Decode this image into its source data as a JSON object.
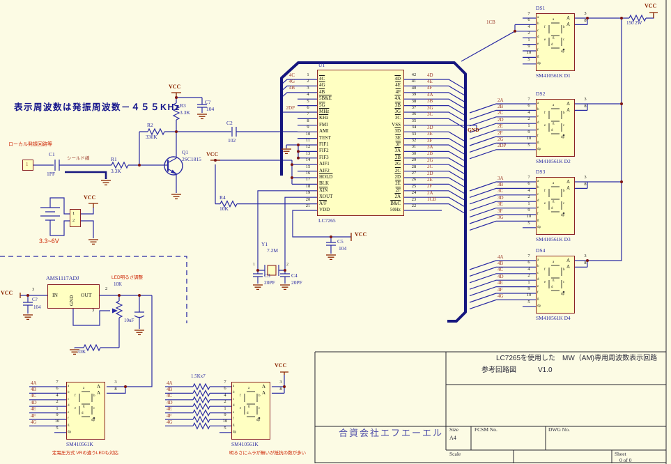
{
  "colors": {
    "wire": "#2929a3",
    "bus": "#16167e",
    "component_outline": "#8b2323",
    "component_fill": "#ffffc2",
    "net_label": "#9c3d2e",
    "power_symbol": "#8b2500",
    "annotation_red": "#cc2200",
    "title_blue": "#16168c",
    "background": "#fcfbe4"
  },
  "notes": {
    "display_rule": "表示周波数は発振周波数－４５５KHz",
    "local_osc": "ローカル発振回路等",
    "shield": "シールド線",
    "battery_range": "3.3~6V",
    "led_adj": "LED明るさ調整",
    "note_cv": "定電圧方式 VRの違うLEDも対応",
    "note_res": "明るさにムラが無いが抵抗の数が多い"
  },
  "power": {
    "vcc": "VCC",
    "gnd": "GND"
  },
  "parts": {
    "conn1": "1",
    "c1": "C1",
    "c1v": "1PF",
    "r1": "R1",
    "r1v": "3.3K",
    "r2": "R2",
    "r2v": "330K",
    "r3": "R3",
    "r3v": "3.3K",
    "cq": "C?",
    "cqv": "104",
    "q1": "Q1",
    "q1v": "2SC1815",
    "c2": "C2",
    "c2v": "102",
    "r4": "R4",
    "r4v": "10K",
    "y1": "Y1",
    "y1v": "7.2M",
    "p1": "1",
    "p2": "2",
    "c3": "C3",
    "c3v": "20PF",
    "c4": "C4",
    "c4v": "20PF",
    "c5": "C5",
    "c5v": "104",
    "r150": "150 2W",
    "rarr": "1.5Kx7",
    "reg": "AMS1117ADJ",
    "reg_in": "IN",
    "reg_gnd": "GND",
    "reg_out": "OUT",
    "n2": "2",
    "n3": "3",
    "pot": "10K",
    "cap10": "10uF",
    "r33": "33K",
    "net_1cb": "1CB"
  },
  "u1": {
    "ref": "U1",
    "part": "LC7265",
    "left": [
      {
        "n": "1",
        "name": "4C",
        "bar": 1,
        "net": "4C"
      },
      {
        "n": "2",
        "name": "4G",
        "bar": 1,
        "net": "4G"
      },
      {
        "n": "3",
        "name": "4B",
        "bar": 1,
        "net": "4B"
      },
      {
        "n": "4",
        "name": "5B&E",
        "bar": 1,
        "net": ""
      },
      {
        "n": "5",
        "name": "5G",
        "bar": 1,
        "net": ""
      },
      {
        "n": "6",
        "name": "MHz",
        "bar": 1,
        "net": "2DP"
      },
      {
        "n": "7",
        "name": "KHz",
        "bar": 1,
        "net": ""
      },
      {
        "n": "8",
        "name": "FMI",
        "bar": 0,
        "net": ""
      },
      {
        "n": "9",
        "name": "AMI",
        "bar": 0,
        "net": ""
      },
      {
        "n": "10",
        "name": "TEST",
        "bar": 0,
        "net": ""
      },
      {
        "n": "11",
        "name": "FIF1",
        "bar": 0,
        "net": ""
      },
      {
        "n": "12",
        "name": "FIF2",
        "bar": 0,
        "net": ""
      },
      {
        "n": "13",
        "name": "FIF3",
        "bar": 0,
        "net": ""
      },
      {
        "n": "14",
        "name": "AIF1",
        "bar": 0,
        "net": ""
      },
      {
        "n": "15",
        "name": "AIF2",
        "bar": 0,
        "net": ""
      },
      {
        "n": "16",
        "name": "HOLD",
        "bar": 1,
        "net": ""
      },
      {
        "n": "17",
        "name": "BLK",
        "bar": 0,
        "net": ""
      },
      {
        "n": "18",
        "name": "XIN",
        "bar": 1,
        "net": ""
      },
      {
        "n": "19",
        "name": "XOUT",
        "bar": 0,
        "net": ""
      },
      {
        "n": "20",
        "name": "A/F",
        "bar": 1,
        "net": ""
      },
      {
        "n": "21",
        "name": "VDD",
        "bar": 0,
        "net": ""
      }
    ],
    "right": [
      {
        "n": "42",
        "name": "4D",
        "bar": 1,
        "net": "4D"
      },
      {
        "n": "41",
        "name": "4E",
        "bar": 1,
        "net": "4E"
      },
      {
        "n": "40",
        "name": "4F",
        "bar": 1,
        "net": "4F"
      },
      {
        "n": "39",
        "name": "4A",
        "bar": 1,
        "net": "4A"
      },
      {
        "n": "38",
        "name": "3B",
        "bar": 1,
        "net": "3B"
      },
      {
        "n": "37",
        "name": "3G",
        "bar": 1,
        "net": "3G"
      },
      {
        "n": "36",
        "name": "3C",
        "bar": 1,
        "net": "3C"
      },
      {
        "n": "35",
        "name": "VSS",
        "bar": 0,
        "net": ""
      },
      {
        "n": "34",
        "name": "3D",
        "bar": 1,
        "net": "3D"
      },
      {
        "n": "33",
        "name": "3E",
        "bar": 1,
        "net": "3E"
      },
      {
        "n": "32",
        "name": "3F",
        "bar": 1,
        "net": "3F"
      },
      {
        "n": "31",
        "name": "3A",
        "bar": 1,
        "net": "3A"
      },
      {
        "n": "30",
        "name": "2B",
        "bar": 1,
        "net": "2B"
      },
      {
        "n": "29",
        "name": "2G",
        "bar": 1,
        "net": "2G"
      },
      {
        "n": "28",
        "name": "2C",
        "bar": 1,
        "net": "2C"
      },
      {
        "n": "27",
        "name": "2D",
        "bar": 1,
        "net": "2D"
      },
      {
        "n": "26",
        "name": "2E",
        "bar": 1,
        "net": "2E"
      },
      {
        "n": "25",
        "name": "2F",
        "bar": 1,
        "net": "2F"
      },
      {
        "n": "24",
        "name": "2A",
        "bar": 1,
        "net": "2A"
      },
      {
        "n": "23",
        "name": "B&C",
        "bar": 1,
        "net": "1CB"
      },
      {
        "n": "22",
        "name": "50Hz",
        "bar": 0,
        "net": ""
      }
    ]
  },
  "displays": [
    {
      "ref": "DS1",
      "part": "SM410561K D1",
      "a": "A",
      "p3": "3",
      "p8": "8",
      "rows": [
        {
          "num": "7",
          "seg": "a",
          "net": ""
        },
        {
          "num": "6",
          "seg": "b",
          "net": ""
        },
        {
          "num": "4",
          "seg": "c",
          "net": ""
        },
        {
          "num": "2",
          "seg": "d",
          "net": ""
        },
        {
          "num": "1",
          "seg": "e",
          "net": ""
        },
        {
          "num": "9",
          "seg": "f",
          "net": ""
        },
        {
          "num": "10",
          "seg": "g",
          "net": ""
        },
        {
          "num": "5",
          "seg": "dp",
          "net": ""
        }
      ]
    },
    {
      "ref": "DS2",
      "part": "SM410561K D2",
      "a": "A",
      "p3": "3",
      "p8": "8",
      "rows": [
        {
          "num": "7",
          "seg": "a",
          "net": "2A"
        },
        {
          "num": "6",
          "seg": "b",
          "net": "2B"
        },
        {
          "num": "4",
          "seg": "c",
          "net": "2C"
        },
        {
          "num": "2",
          "seg": "d",
          "net": "2D"
        },
        {
          "num": "1",
          "seg": "e",
          "net": "2E"
        },
        {
          "num": "9",
          "seg": "f",
          "net": "2F"
        },
        {
          "num": "10",
          "seg": "g",
          "net": "2G"
        },
        {
          "num": "5",
          "seg": "dp",
          "net": "2DP"
        }
      ]
    },
    {
      "ref": "DS3",
      "part": "SM410561K D3",
      "a": "A",
      "p3": "3",
      "p8": "8",
      "rows": [
        {
          "num": "7",
          "seg": "a",
          "net": "3A"
        },
        {
          "num": "6",
          "seg": "b",
          "net": "3B"
        },
        {
          "num": "4",
          "seg": "c",
          "net": "3C"
        },
        {
          "num": "2",
          "seg": "d",
          "net": "3D"
        },
        {
          "num": "1",
          "seg": "e",
          "net": "3E"
        },
        {
          "num": "9",
          "seg": "f",
          "net": "3F"
        },
        {
          "num": "10",
          "seg": "g",
          "net": "3G"
        },
        {
          "num": "5",
          "seg": "dp",
          "net": ""
        }
      ]
    },
    {
      "ref": "DS4",
      "part": "SM410561K D4",
      "a": "A",
      "p3": "3",
      "p8": "8",
      "rows": [
        {
          "num": "7",
          "seg": "a",
          "net": "4A"
        },
        {
          "num": "6",
          "seg": "b",
          "net": "4B"
        },
        {
          "num": "4",
          "seg": "c",
          "net": "4C"
        },
        {
          "num": "2",
          "seg": "d",
          "net": "4D"
        },
        {
          "num": "1",
          "seg": "e",
          "net": "4E"
        },
        {
          "num": "9",
          "seg": "f",
          "net": "4F"
        },
        {
          "num": "10",
          "seg": "g",
          "net": "4G"
        },
        {
          "num": "5",
          "seg": "dp",
          "net": ""
        }
      ]
    },
    {
      "ref": "",
      "part": "SM410561K",
      "a": "A",
      "p3": "3",
      "p8": "8",
      "rows": [
        {
          "num": "7",
          "seg": "a",
          "net": "4A"
        },
        {
          "num": "6",
          "seg": "b",
          "net": "4B"
        },
        {
          "num": "4",
          "seg": "c",
          "net": "4C"
        },
        {
          "num": "2",
          "seg": "d",
          "net": "4D"
        },
        {
          "num": "1",
          "seg": "e",
          "net": "4E"
        },
        {
          "num": "9",
          "seg": "f",
          "net": "4F"
        },
        {
          "num": "10",
          "seg": "g",
          "net": "4G"
        },
        {
          "num": "5",
          "seg": "dp",
          "net": ""
        }
      ]
    },
    {
      "ref": "",
      "part": "SM410561K",
      "a": "A",
      "p3": "3",
      "p8": "8",
      "rows": [
        {
          "num": "7",
          "seg": "a",
          "net": "4A"
        },
        {
          "num": "6",
          "seg": "b",
          "net": "4B"
        },
        {
          "num": "4",
          "seg": "c",
          "net": "4C"
        },
        {
          "num": "2",
          "seg": "d",
          "net": "4D"
        },
        {
          "num": "1",
          "seg": "e",
          "net": "4E"
        },
        {
          "num": "9",
          "seg": "f",
          "net": "4F"
        },
        {
          "num": "10",
          "seg": "g",
          "net": "4G"
        },
        {
          "num": "5",
          "seg": "dp",
          "net": ""
        }
      ]
    }
  ],
  "titleblock": {
    "title1": "LC7265を使用した　MW（AM)専用周波数表示回路",
    "title2": "参考回路図",
    "version": "V1.0",
    "company": "合資会社エフエーエル",
    "size_label": "Size",
    "size": "A4",
    "fcsm": "FCSM No.",
    "dwg": "DWG No.",
    "scale": "Scale",
    "sheet": "Sheet",
    "sheet_no": "0 of 0"
  }
}
